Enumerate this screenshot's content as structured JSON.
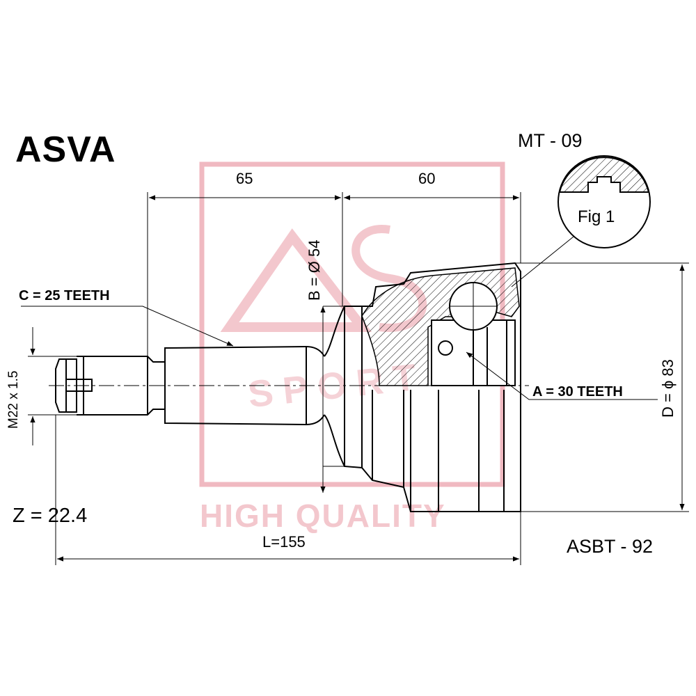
{
  "brand": "ASVA",
  "part_number": "MT - 09",
  "cross_reference": "ASBT - 92",
  "z_value": "Z = 22.4",
  "watermark": {
    "sport": "SPORT",
    "quality": "HIGH QUALITY",
    "accent_color": "#e8a0aa"
  },
  "dimensions": {
    "length_65": "65",
    "length_60": "60",
    "total_length": "L=155",
    "diameter_b": "B = Ø 54",
    "diameter_d": "D = ϕ 83",
    "thread": "M22 x 1.5"
  },
  "teeth": {
    "outer_spline": "C = 25 TEETH",
    "inner_spline": "A = 30 TEETH"
  },
  "figure_label": "Fig 1"
}
